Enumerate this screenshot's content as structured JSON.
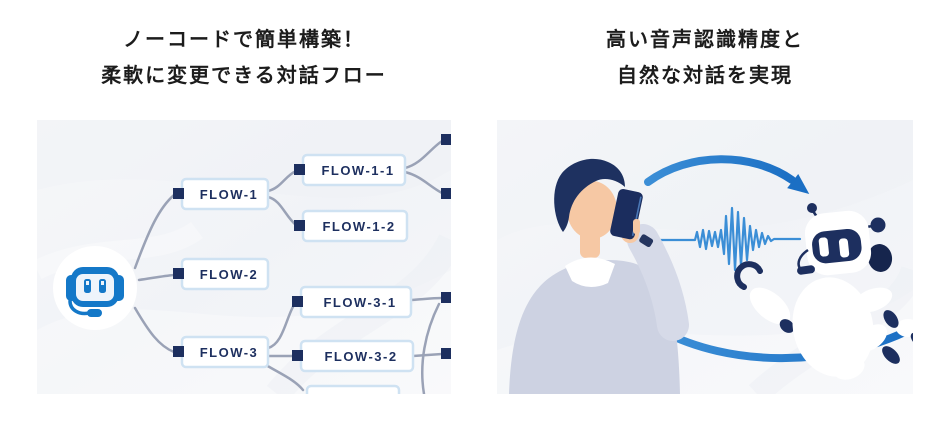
{
  "colors": {
    "title_text": "#1c1c1c",
    "panel_background": "#f4f6f8",
    "accent_blue": "#1478c8",
    "arrow_blue": "#1b7fd8",
    "waveform_blue": "#3b8ed6",
    "navy": "#1d2f5f",
    "node_border": "#cfe2f2",
    "connector_gray": "#9aa2b6",
    "sweater_lavender": "#cdd2e2",
    "skin_tone": "#f6c8a4",
    "white": "#ffffff"
  },
  "left_feature": {
    "title_line1": "ノーコードで簡単構築！",
    "title_line2": "柔軟に変更できる対話フロー",
    "illustration": "no-code-dialog-flow-diagram",
    "root_icon": "chatbot-headset-icon",
    "flow_nodes": [
      {
        "label": "FLOW-1"
      },
      {
        "label": "FLOW-1-1"
      },
      {
        "label": "FLOW-1-2"
      },
      {
        "label": "FLOW-2"
      },
      {
        "label": "FLOW-3-1"
      },
      {
        "label": "FLOW-3"
      },
      {
        "label": "FLOW-3-2"
      }
    ]
  },
  "right_feature": {
    "title_line1": "高い音声認識精度と",
    "title_line2": "自然な対話を実現",
    "illustration": "person-talking-to-voicebot",
    "icons": [
      "person-on-phone",
      "speech-waveform-icon",
      "arrow-to-robot-icon",
      "arrow-to-person-icon",
      "robot-assistant"
    ]
  }
}
